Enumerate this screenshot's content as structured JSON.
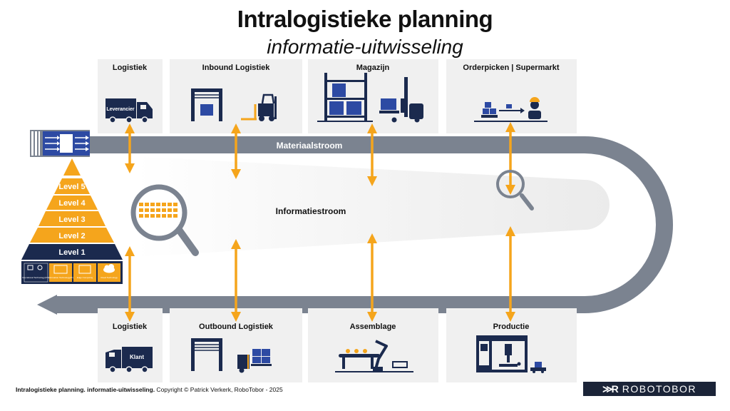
{
  "title": "Intralogistieke planning",
  "subtitle": "informatie-uitwisseling",
  "flows": {
    "material": "Materiaalstroom",
    "information": "Informatiestroom"
  },
  "cards_top": [
    {
      "label": "Logistiek",
      "truck_text": "Leverancier"
    },
    {
      "label": "Inbound Logistiek"
    },
    {
      "label": "Magazijn"
    },
    {
      "label": "Orderpicken | Supermarkt"
    }
  ],
  "cards_bottom": [
    {
      "label": "Logistiek",
      "truck_text": "Klant"
    },
    {
      "label": "Outbound Logistiek"
    },
    {
      "label": "Assemblage"
    },
    {
      "label": "Productie"
    }
  ],
  "pyramid": {
    "levels": [
      "Level 5",
      "Level 4",
      "Level  3",
      "Level 2",
      "Level 1"
    ],
    "foundation": [
      "Operational Technology(OT)",
      "Information Technology(IT)",
      "Edge Computing",
      "Cloud Technology"
    ]
  },
  "footer": {
    "bold": "Intralogistieke planning. informatie-uitwisseling.",
    "rest": " Copyright © Patrick Verkerk, RoboTobor - 2025"
  },
  "brand": {
    "mark": "≫R",
    "name": "ROBOTOBOR"
  },
  "colors": {
    "orange": "#f5a51c",
    "navy": "#1b2a4e",
    "gray": "#7b8390",
    "card": "#f0f0f0",
    "blue": "#2d4aa3"
  }
}
